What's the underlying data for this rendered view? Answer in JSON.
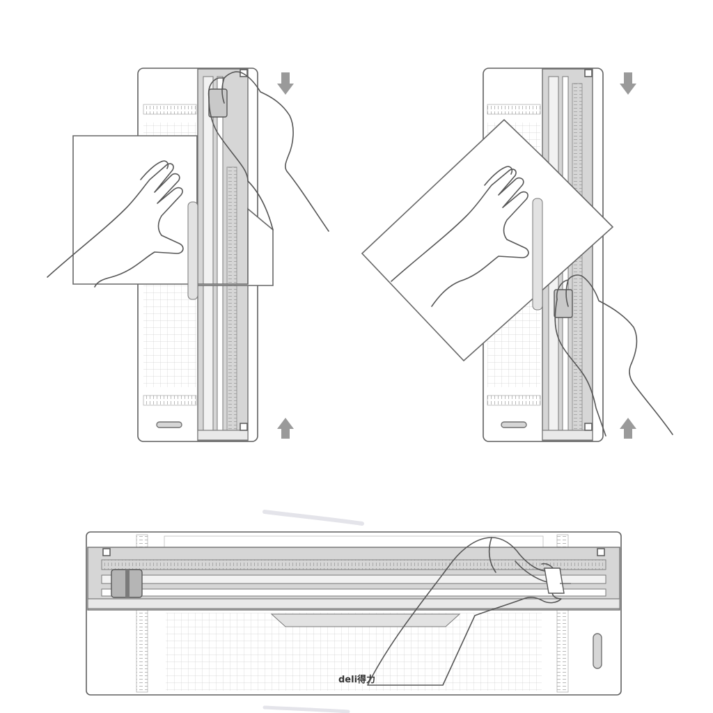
{
  "figures": [
    {
      "id": "step-1"
    },
    {
      "id": "step-2"
    },
    {
      "id": "step-3"
    }
  ],
  "illustration": {
    "faded_caption": "",
    "brand_logo": "deli得力"
  },
  "icons": {
    "down_arrow": "arrow-down-icon",
    "up_arrow": "arrow-up-icon"
  },
  "colors": {
    "line_art": "#555555",
    "trimmer_rail": "#d6d6d6",
    "arrow": "#9a9a9a",
    "background": "#ffffff"
  }
}
